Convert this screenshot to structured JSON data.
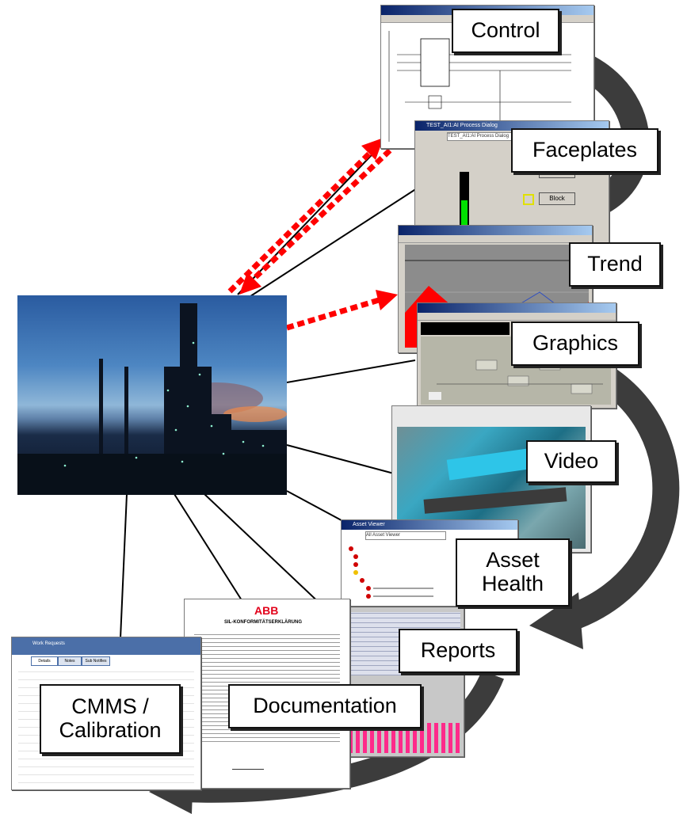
{
  "labels": {
    "control": "Control",
    "faceplates": "Faceplates",
    "trend": "Trend",
    "graphics": "Graphics",
    "video": "Video",
    "asset_health_line1": "Asset",
    "asset_health_line2": "Health",
    "reports": "Reports",
    "documentation": "Documentation",
    "cmms_line1": "CMMS /",
    "cmms_line2": "Calibration"
  },
  "screens": {
    "faceplate_title": "TEST_AI1:AI Process Dialog",
    "faceplate_field": "TEST_AI1:AI Process Dialog",
    "faceplate_block_1": "Block",
    "faceplate_block_2": "Block",
    "asset_viewer_title": "Asset Viewer",
    "asset_viewer_search": "All Asset Viewer",
    "doc_logo": "ABB",
    "doc_heading": "SIL-KONFORMITÄTSERKLÄRUNG",
    "cmms_header": "Work Requests",
    "cmms_tab_1": "Details",
    "cmms_tab_2": "Notes",
    "cmms_tab_3": "Sub Notifies"
  },
  "colors": {
    "dashed_arrow": "#ff0000",
    "curved_arrow": "#3c3c3c",
    "trend_fill": "#ff0000"
  }
}
